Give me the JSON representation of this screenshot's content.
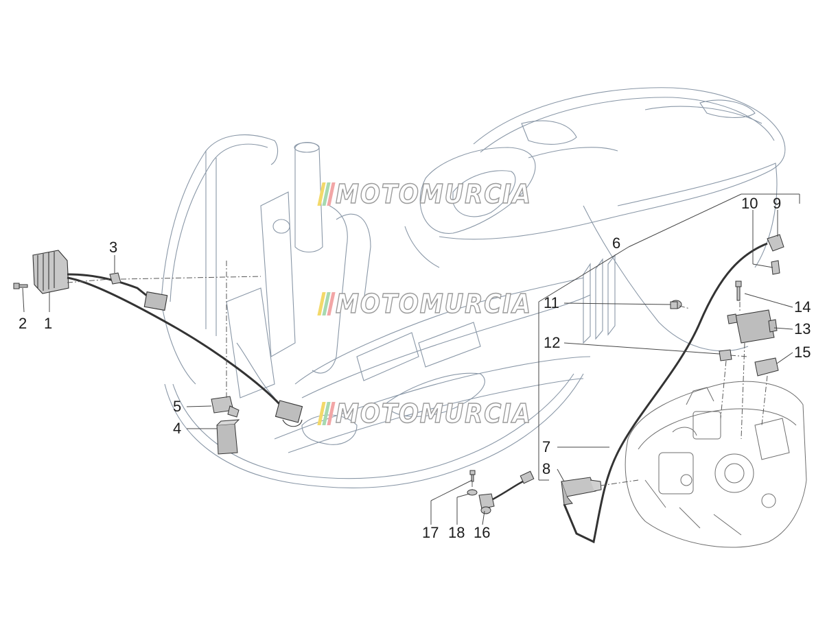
{
  "callouts": {
    "c1": "1",
    "c2": "2",
    "c3": "3",
    "c4": "4",
    "c5": "5",
    "c6": "6",
    "c7": "7",
    "c8": "8",
    "c9": "9",
    "c10": "10",
    "c11": "11",
    "c12": "12",
    "c13": "13",
    "c14": "14",
    "c15": "15",
    "c16": "16",
    "c17": "17",
    "c18": "18"
  },
  "watermark": {
    "text": "MOTOMURCIA",
    "bar_colors": [
      "#f3d96a",
      "#a7d9b0",
      "#f2a6a6"
    ]
  },
  "colors": {
    "frame_line": "#7d8c9c",
    "part_line": "#333333",
    "part_fill": "#cfcfcf",
    "leader_line": "#444444"
  }
}
